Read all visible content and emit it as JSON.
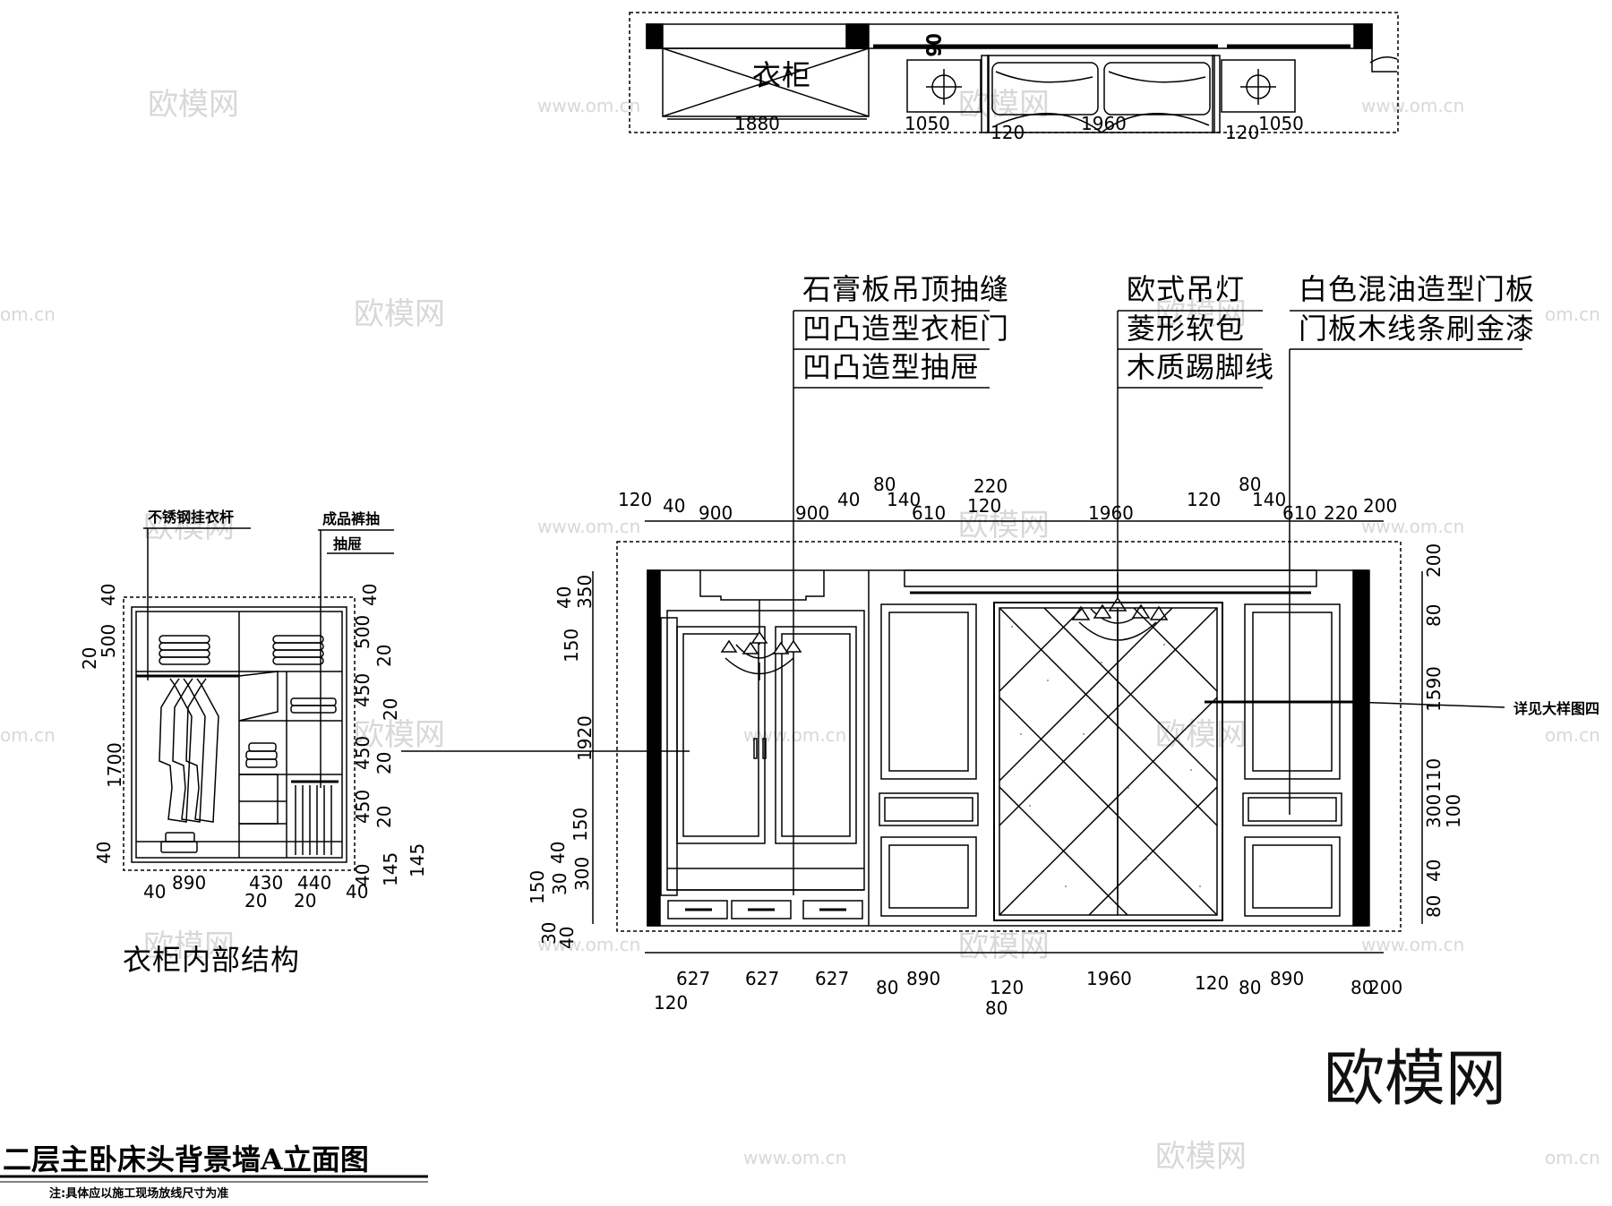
{
  "plan": {
    "wardrobe_label": "衣柜",
    "dims": [
      "1880",
      "1050",
      "120",
      "1960",
      "120",
      "1050"
    ],
    "dim_90": "90"
  },
  "callouts": {
    "left": [
      "石膏板吊顶抽缝",
      "凹凸造型衣柜门",
      "凹凸造型抽屉"
    ],
    "middle": [
      "欧式吊灯",
      "菱形软包",
      "木质踢脚线"
    ],
    "right": [
      "白色混油造型门板",
      "门板木线条刷金漆"
    ],
    "detail_ref": "详见大样图四"
  },
  "elevation": {
    "top_dims": [
      "120",
      "40",
      "900",
      "900",
      "40",
      "80",
      "140",
      "610",
      "220",
      "120",
      "1960",
      "120",
      "80",
      "140",
      "610",
      "220",
      "200"
    ],
    "bottom_dims": [
      "627",
      "627",
      "627",
      "80",
      "890",
      "120",
      "1960",
      "120",
      "80",
      "890",
      "80",
      "200",
      "120",
      "80"
    ],
    "left_dims": [
      "40",
      "350",
      "150",
      "1920",
      "150",
      "40",
      "150",
      "300",
      "30",
      "30",
      "40"
    ],
    "right_dims": [
      "200",
      "80",
      "1590",
      "110",
      "300",
      "100",
      "40",
      "80"
    ]
  },
  "wardrobe_interior": {
    "title": "衣柜内部结构",
    "label_rod": "不锈钢挂衣杆",
    "label_rack": "成品裤抽",
    "label_drawer": "抽屉",
    "left_dims": [
      "40",
      "500",
      "20",
      "1700",
      "40"
    ],
    "right_dims": [
      "40",
      "500",
      "20",
      "450",
      "20",
      "450",
      "20",
      "450",
      "20",
      "40",
      "145",
      "145"
    ],
    "bottom_dims": [
      "40",
      "890",
      "430",
      "440",
      "40",
      "20",
      "20"
    ]
  },
  "title_block": {
    "title": "二层主卧床头背景墙A立面图",
    "note": "注:具体应以施工现场放线尺寸为准"
  },
  "watermark": {
    "brand": "欧模网",
    "url": "www.om.cn",
    "url_short": "om.cn"
  }
}
